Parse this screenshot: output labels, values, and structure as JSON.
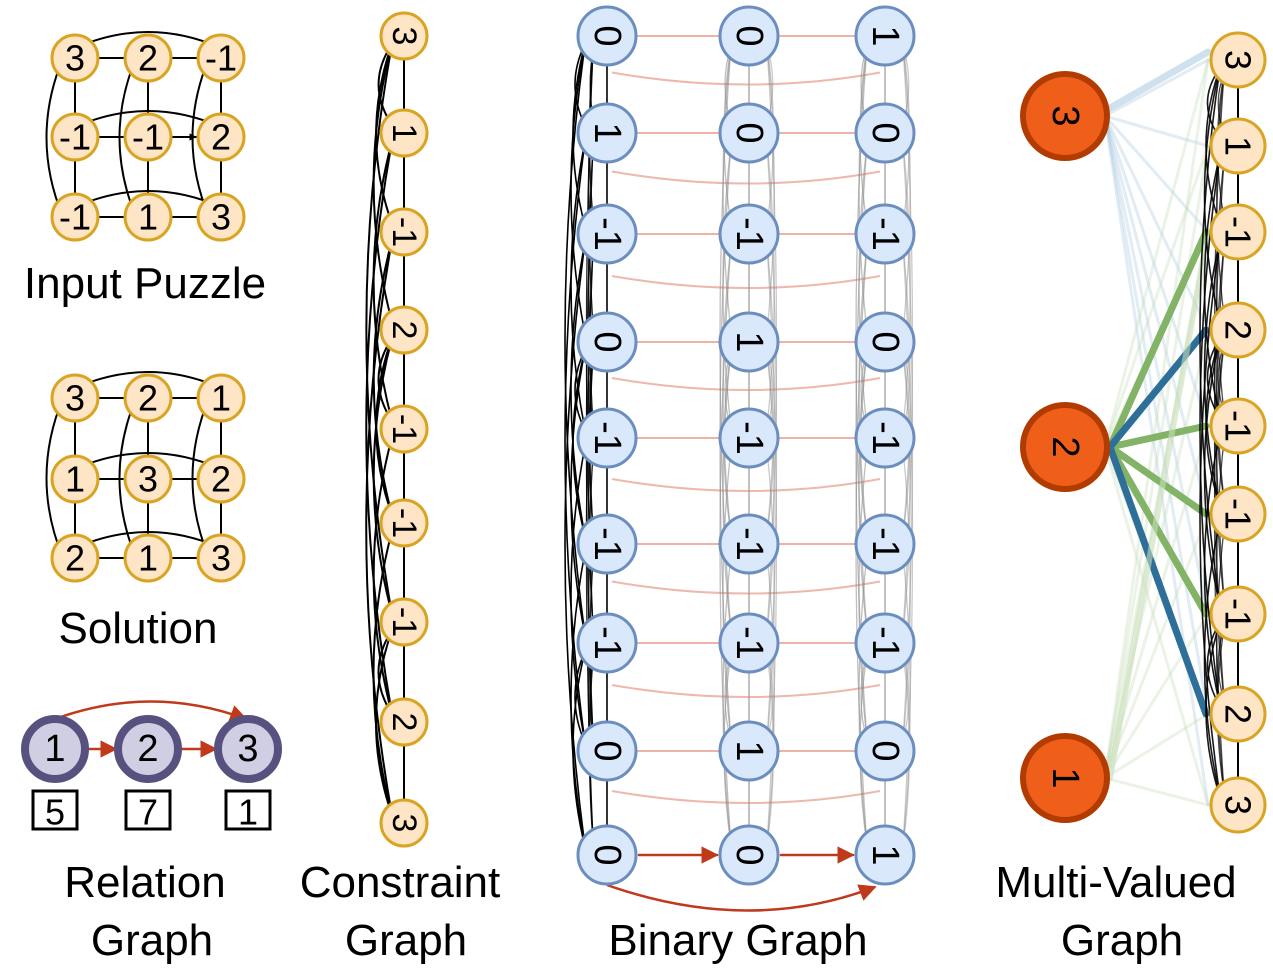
{
  "captions": {
    "input_puzzle": "Input Puzzle",
    "solution": "Solution",
    "relation_line1": "Relation",
    "relation_line2": "Graph",
    "constraint_line1": "Constraint",
    "constraint_line2": "Graph",
    "binary": "Binary Graph",
    "multi_line1": "Multi-Valued",
    "multi_line2": "Graph"
  },
  "input_puzzle": {
    "cells": [
      [
        "3",
        "2",
        "-1"
      ],
      [
        "-1",
        "-1",
        "2"
      ],
      [
        "-1",
        "1",
        "3"
      ]
    ]
  },
  "solution": {
    "cells": [
      [
        "3",
        "2",
        "1"
      ],
      [
        "1",
        "3",
        "2"
      ],
      [
        "2",
        "1",
        "3"
      ]
    ]
  },
  "relation_graph": {
    "nodes": [
      "1",
      "2",
      "3"
    ],
    "boxes": [
      "5",
      "7",
      "1"
    ]
  },
  "constraint_graph": {
    "nodes": [
      "3",
      "1",
      "-1",
      "2",
      "-1",
      "-1",
      "-1",
      "2",
      "3"
    ]
  },
  "binary_graph": {
    "columns": [
      [
        "0",
        "1",
        "-1",
        "0",
        "-1",
        "-1",
        "-1",
        "0",
        "0"
      ],
      [
        "0",
        "0",
        "-1",
        "1",
        "-1",
        "-1",
        "-1",
        "1",
        "0"
      ],
      [
        "1",
        "0",
        "-1",
        "0",
        "-1",
        "-1",
        "-1",
        "0",
        "1"
      ]
    ]
  },
  "multi_valued_graph": {
    "value_nodes": [
      "3",
      "2",
      "1"
    ],
    "cell_nodes": [
      "3",
      "1",
      "-1",
      "2",
      "-1",
      "-1",
      "-1",
      "2",
      "3"
    ]
  },
  "colors": {
    "cell_fill": "#fde5c6",
    "cell_stroke": "#d9a421",
    "binary_fill": "#dae8fc",
    "binary_stroke": "#6c8ebf",
    "relation_fill": "#d0cee2",
    "relation_stroke": "#56517e",
    "value_fill": "#ef5f1a",
    "value_stroke": "#b23c00",
    "arrow": "#c0391b",
    "green": "#82b366",
    "blue": "#2e6f9a"
  }
}
